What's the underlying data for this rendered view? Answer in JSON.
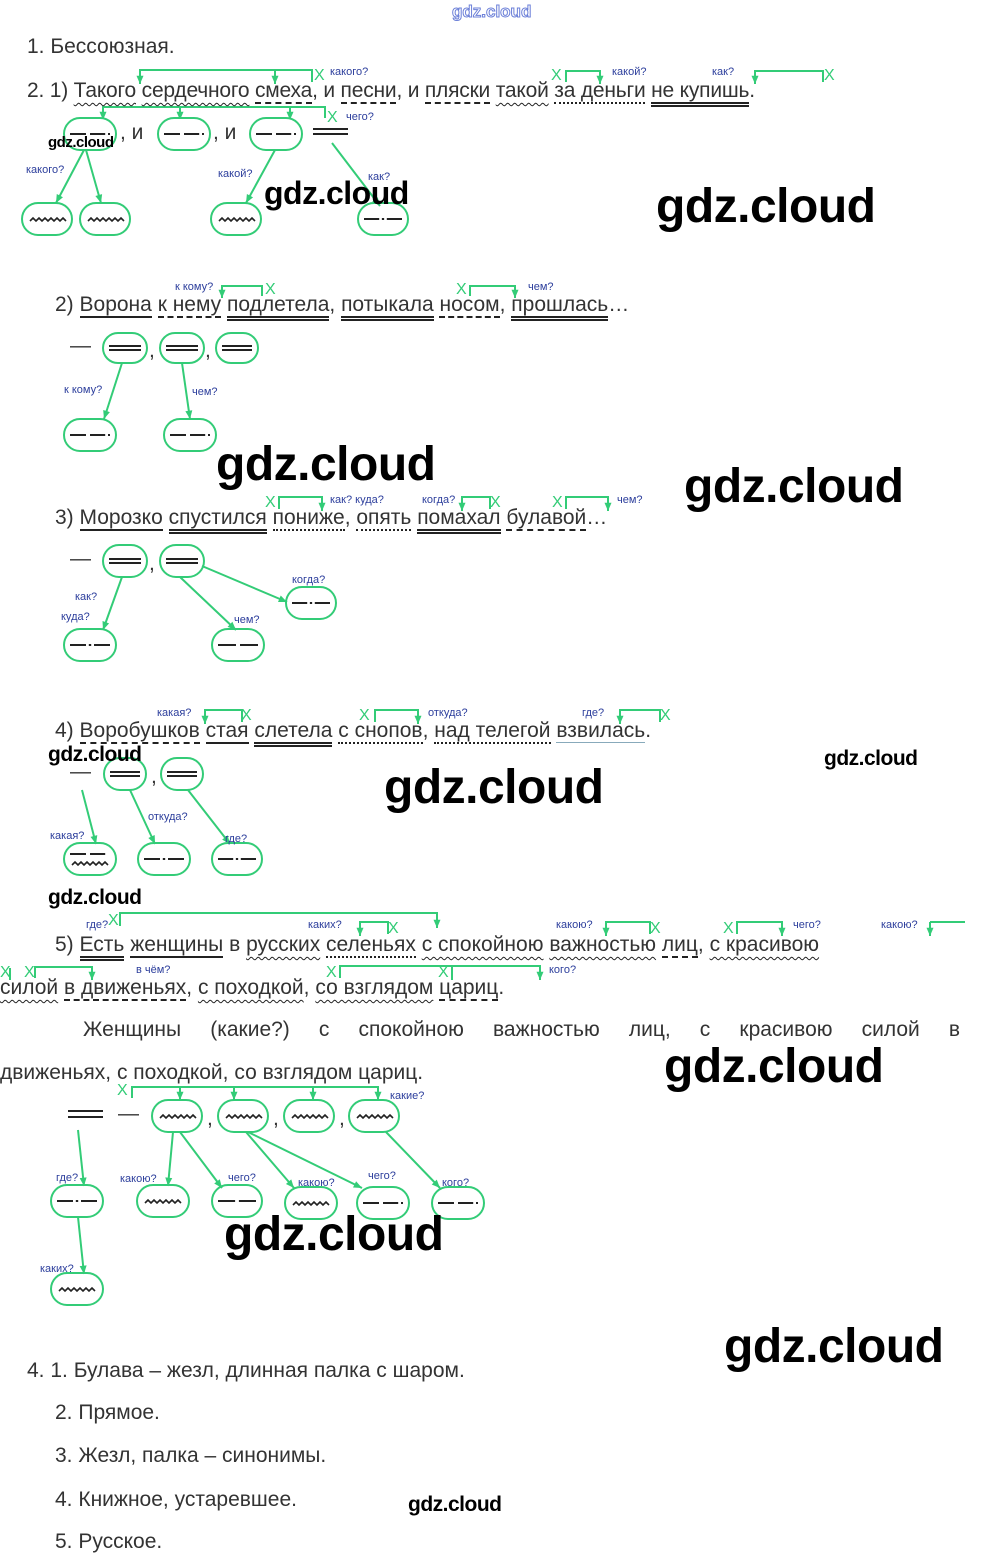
{
  "header": {
    "site_logo": "gdz.cloud"
  },
  "task1": {
    "text": "1. Бессоюзная."
  },
  "sentences": {
    "s1": [
      {
        "t": "2. 1) ",
        "u": ""
      },
      {
        "t": "Такого",
        "u": "wavy"
      },
      {
        "t": " ",
        "u": ""
      },
      {
        "t": "сердечного",
        "u": "wavy"
      },
      {
        "t": " ",
        "u": ""
      },
      {
        "t": "смеха",
        "u": "dash"
      },
      {
        "t": ", и ",
        "u": ""
      },
      {
        "t": "песни",
        "u": "dash"
      },
      {
        "t": ", и ",
        "u": ""
      },
      {
        "t": "пляски",
        "u": "dash"
      },
      {
        "t": " ",
        "u": ""
      },
      {
        "t": "такой",
        "u": "wavy"
      },
      {
        "t": " ",
        "u": ""
      },
      {
        "t": "за деньги",
        "u": "dashdot"
      },
      {
        "t": " ",
        "u": ""
      },
      {
        "t": "не купишь",
        "u": "double"
      },
      {
        "t": ".",
        "u": ""
      }
    ],
    "s2": [
      {
        "t": "2) ",
        "u": ""
      },
      {
        "t": "Ворона",
        "u": "solid"
      },
      {
        "t": " ",
        "u": ""
      },
      {
        "t": "к нему",
        "u": "dash"
      },
      {
        "t": " ",
        "u": ""
      },
      {
        "t": "подлетела",
        "u": "double"
      },
      {
        "t": ", ",
        "u": ""
      },
      {
        "t": "потыкала",
        "u": "double"
      },
      {
        "t": " ",
        "u": ""
      },
      {
        "t": "носом",
        "u": "dash"
      },
      {
        "t": ", ",
        "u": ""
      },
      {
        "t": "прошлась",
        "u": "double"
      },
      {
        "t": "…",
        "u": ""
      }
    ],
    "s3": [
      {
        "t": "3) ",
        "u": ""
      },
      {
        "t": "Морозко",
        "u": "solid"
      },
      {
        "t": " ",
        "u": ""
      },
      {
        "t": "спустился",
        "u": "double"
      },
      {
        "t": " ",
        "u": ""
      },
      {
        "t": "пониже",
        "u": "dashdot"
      },
      {
        "t": ", ",
        "u": ""
      },
      {
        "t": "опять",
        "u": "dashdot"
      },
      {
        "t": " ",
        "u": ""
      },
      {
        "t": "помахал",
        "u": "double"
      },
      {
        "t": " ",
        "u": ""
      },
      {
        "t": "булавой",
        "u": "dash"
      },
      {
        "t": "…",
        "u": ""
      }
    ],
    "s4": [
      {
        "t": "4) ",
        "u": ""
      },
      {
        "t": "Воробушков",
        "u": "dash"
      },
      {
        "t": " ",
        "u": ""
      },
      {
        "t": "стая",
        "u": "solid"
      },
      {
        "t": " ",
        "u": ""
      },
      {
        "t": "слетела",
        "u": "double"
      },
      {
        "t": " ",
        "u": ""
      },
      {
        "t": "с снопов",
        "u": "dashdot"
      },
      {
        "t": ", ",
        "u": ""
      },
      {
        "t": "над телегой",
        "u": "dashdot"
      },
      {
        "t": " ",
        "u": ""
      },
      {
        "t": "взвилась",
        "u": "thin"
      },
      {
        "t": ".",
        "u": ""
      }
    ],
    "s5a": [
      {
        "t": "5) ",
        "u": ""
      },
      {
        "t": "Есть",
        "u": "double"
      },
      {
        "t": " ",
        "u": ""
      },
      {
        "t": "женщины",
        "u": "solid"
      },
      {
        "t": " в ",
        "u": ""
      },
      {
        "t": "русских",
        "u": "wavy"
      },
      {
        "t": " ",
        "u": ""
      },
      {
        "t": "селеньях",
        "u": "dashdot"
      },
      {
        "t": " ",
        "u": ""
      },
      {
        "t": "с спокойною",
        "u": "wavy"
      },
      {
        "t": " ",
        "u": ""
      },
      {
        "t": "важностью",
        "u": "wavy"
      },
      {
        "t": " ",
        "u": ""
      },
      {
        "t": "лиц",
        "u": "dash"
      },
      {
        "t": ", ",
        "u": ""
      },
      {
        "t": "с красивою",
        "u": "wavy"
      }
    ],
    "s5b": [
      {
        "t": "силой",
        "u": "wavy"
      },
      {
        "t": " ",
        "u": ""
      },
      {
        "t": "в движеньях",
        "u": "dash"
      },
      {
        "t": ", ",
        "u": ""
      },
      {
        "t": "с походкой",
        "u": "wavy"
      },
      {
        "t": ", ",
        "u": ""
      },
      {
        "t": "со взглядом",
        "u": "wavy"
      },
      {
        "t": " ",
        "u": ""
      },
      {
        "t": "цариц",
        "u": "dash"
      },
      {
        "t": ".",
        "u": ""
      }
    ]
  },
  "questions": {
    "s1": [
      "какого?",
      "какой?",
      "как?"
    ],
    "d1": [
      "чего?",
      "какого?",
      "какой?",
      "как?"
    ],
    "s2": [
      "к кому?",
      "чем?"
    ],
    "d2": [
      "к кому?",
      "чем?"
    ],
    "s3": [
      "как? куда?",
      "когда?",
      "чем?"
    ],
    "d3": [
      "когда?",
      "как?",
      "куда?",
      "чем?"
    ],
    "s4": [
      "какая?",
      "откуда?",
      "где?"
    ],
    "d4": [
      "какая?",
      "откуда?",
      "где?"
    ],
    "s5": [
      "где?",
      "каких?",
      "какою?",
      "чего?",
      "какою?",
      "в чём?",
      "кого?"
    ],
    "d5": [
      "какие?",
      "где?",
      "какою?",
      "чего?",
      "какою?",
      "чего?",
      "кого?",
      "каких?"
    ]
  },
  "diagram_text": {
    "and": ", и",
    "comma": ",",
    "dash": "—",
    "x_mark": "X"
  },
  "paragraph": {
    "line1": "Женщины (какие?) с спокойною важностью лиц, с красивою силой в",
    "line2": "движеньях, с походкой, со взглядом цариц."
  },
  "task4": {
    "items": [
      "4. 1. Булава – жезл, длинная палка с шаром.",
      "2. Прямое.",
      "3. Жезл, палка – синонимы.",
      "4. Книжное, устаревшее.",
      "5. Русское."
    ]
  },
  "watermark": "gdz.cloud",
  "colors": {
    "accent_green": "#33cc77",
    "question_blue": "#2c3e9c",
    "text": "#333333"
  }
}
